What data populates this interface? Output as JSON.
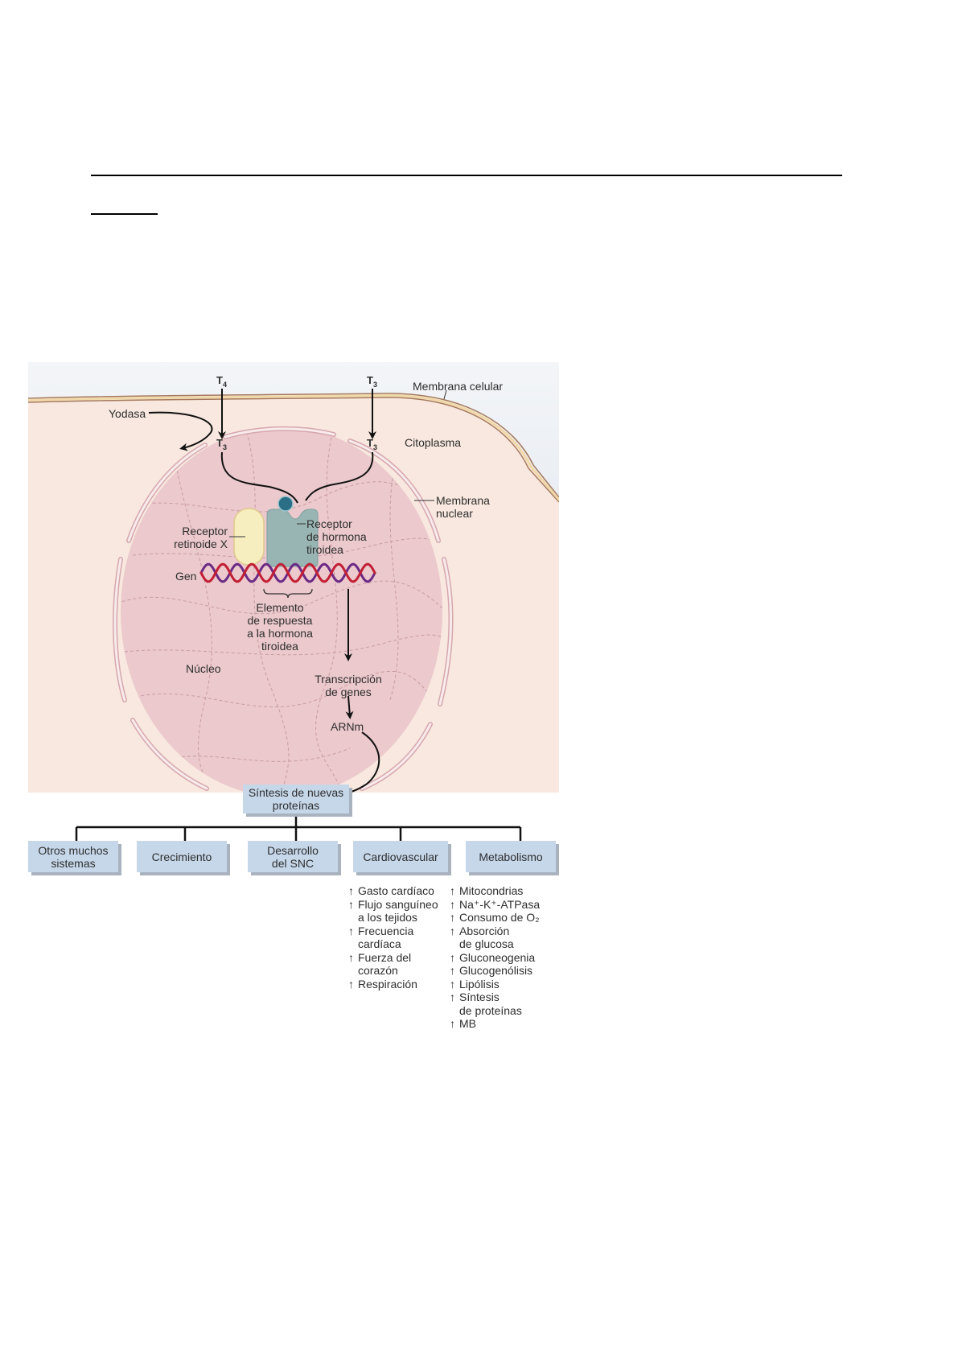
{
  "page": {
    "rules": [
      "horizontal-rule-long",
      "horizontal-rule-short"
    ]
  },
  "diagram": {
    "hormones": {
      "t4_in": {
        "base": "T",
        "sub": "4"
      },
      "t3_in": {
        "base": "T",
        "sub": "3"
      },
      "t3_converted": {
        "base": "T",
        "sub": "3"
      },
      "t3_direct": {
        "base": "T",
        "sub": "3"
      }
    },
    "labels": {
      "yodasa": "Yodasa",
      "membrana_celular": "Membrana celular",
      "citoplasma": "Citoplasma",
      "membrana_nuclear_1": "Membrana",
      "membrana_nuclear_2": "nuclear",
      "receptor_rx_1": "Receptor",
      "receptor_rx_2": "retinoide X",
      "receptor_th_1": "Receptor",
      "receptor_th_2": "de hormona",
      "receptor_th_3": "tiroidea",
      "gen": "Gen",
      "elemento_1": "Elemento",
      "elemento_2": "de respuesta",
      "elemento_3": "a la hormona",
      "elemento_4": "tiroidea",
      "nucleo": "Núcleo",
      "transcripcion_1": "Transcripción",
      "transcripcion_2": "de genes",
      "arnm": "ARNm"
    },
    "synthesis_box": {
      "line1": "Síntesis de nuevas",
      "line2": "proteínas"
    },
    "targets": [
      {
        "line1": "Otros muchos",
        "line2": "sistemas"
      },
      {
        "line1": "Crecimiento",
        "line2": ""
      },
      {
        "line1": "Desarrollo",
        "line2": "del SNC"
      },
      {
        "line1": "Cardiovascular",
        "line2": ""
      },
      {
        "line1": "Metabolismo",
        "line2": ""
      }
    ],
    "increase_symbol": "↑",
    "cardiovascular_effects": [
      {
        "text": "Gasto cardíaco",
        "cont": ""
      },
      {
        "text": "Flujo sanguíneo",
        "cont": "a los tejidos"
      },
      {
        "text": "Frecuencia",
        "cont": "cardíaca"
      },
      {
        "text": "Fuerza del",
        "cont": "corazón"
      },
      {
        "text": "Respiración",
        "cont": ""
      }
    ],
    "metabolism_effects": [
      {
        "text": "Mitocondrias",
        "cont": ""
      },
      {
        "text": "Na⁺-K⁺-ATPasa",
        "cont": ""
      },
      {
        "text": "Consumo de O₂",
        "cont": ""
      },
      {
        "text": "Absorción",
        "cont": "de glucosa"
      },
      {
        "text": "Gluconeogenia",
        "cont": ""
      },
      {
        "text": "Glucogenólisis",
        "cont": ""
      },
      {
        "text": "Lipólisis",
        "cont": ""
      },
      {
        "text": "Síntesis",
        "cont": "de proteínas"
      },
      {
        "text": "MB",
        "cont": ""
      }
    ],
    "colors": {
      "extracellular_top": "#eef1f5",
      "extracellular_bottom": "#d3dbe6",
      "cytoplasm": "#f8e8df",
      "cell_membrane": "#a57a5e",
      "nucleus": "#ebc9cc",
      "nuclear_membrane": "#d6a7ae",
      "rxr": "#f7eec0",
      "thr": "#98b5b3",
      "t3_ball": "#2a6f86",
      "dna_red": "#c21f35",
      "dna_purple": "#6b2a85",
      "box_fill": "#c6d7ea"
    }
  }
}
